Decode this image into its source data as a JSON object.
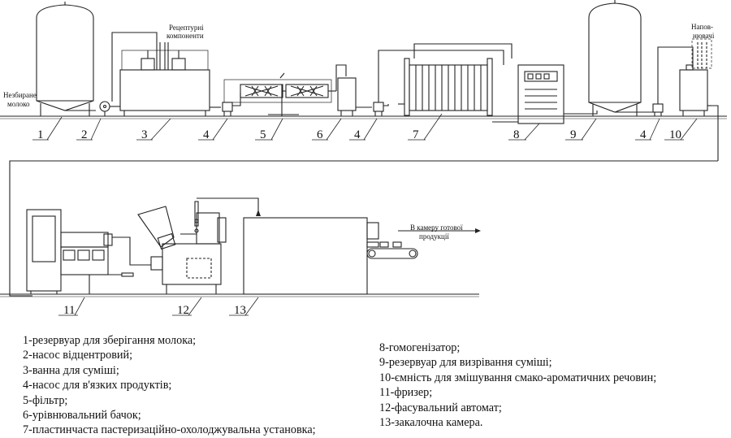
{
  "labels": {
    "raw_milk": [
      "Незбиране",
      "молоко"
    ],
    "recipe_components": [
      "Рецептурні",
      "компоненти"
    ],
    "fillers": [
      "Напов-",
      "нювачі"
    ],
    "to_hardening": [
      "В камеру готової",
      "продукції"
    ]
  },
  "numbers": [
    "1",
    "2",
    "3",
    "4",
    "5",
    "6",
    "4",
    "7",
    "8",
    "9",
    "4",
    "10",
    "11",
    "12",
    "13"
  ],
  "legend": {
    "left": [
      "1-резервуар для зберігання молока;",
      "2-насос відцентровий;",
      "3-ванна для суміші;",
      "4-насос для в'язких продуктів;",
      "5-фільтр;",
      "6-урівнювальний бачок;",
      "7-пластинчаста пастеризаційно-охолоджувальна установка;"
    ],
    "right": [
      "8-гомогенізатор;",
      "9-резервуар для визрівання суміші;",
      "10-ємність для змішування смако-ароматичних речовин;",
      "11-фризер;",
      "12-фасувальний автомат;",
      "13-закалочна камера."
    ]
  }
}
